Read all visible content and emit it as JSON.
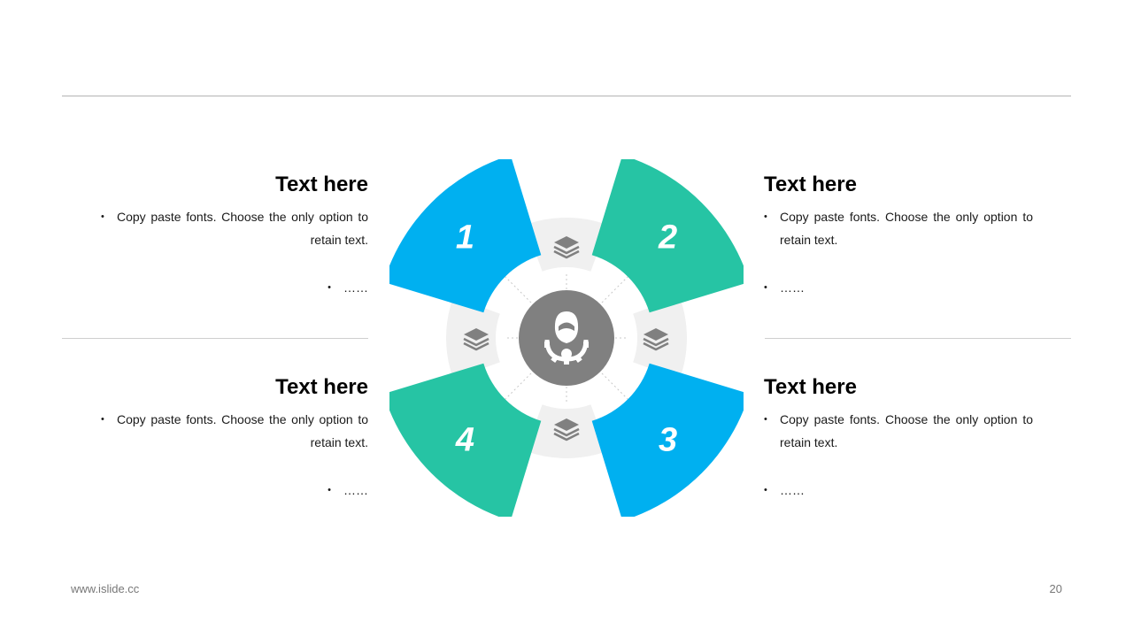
{
  "blocks": [
    {
      "title": "Text here",
      "body": "Copy paste fonts. Choose the only option to retain text.",
      "extra": "……"
    },
    {
      "title": "Text here",
      "body": "Copy paste fonts. Choose the only option to retain text.",
      "extra": "……"
    },
    {
      "title": "Text here",
      "body": "Copy paste fonts. Choose the only option to retain text.",
      "extra": "……"
    },
    {
      "title": "Text here",
      "body": "Copy paste fonts. Choose the only option to retain text.",
      "extra": "……"
    }
  ],
  "petals": [
    {
      "number": "1",
      "color": "#00b0f0"
    },
    {
      "number": "2",
      "color": "#26c4a4"
    },
    {
      "number": "3",
      "color": "#00b0f0"
    },
    {
      "number": "4",
      "color": "#26c4a4"
    }
  ],
  "icons": {
    "small": "layers-icon",
    "center": "user-gear-icon"
  },
  "colors": {
    "inner_segment": "#f0f0f0",
    "center_circle": "#808080",
    "rule": "#b4b4b4"
  },
  "footer": {
    "website": "www.islide.cc",
    "page_number": "20"
  }
}
